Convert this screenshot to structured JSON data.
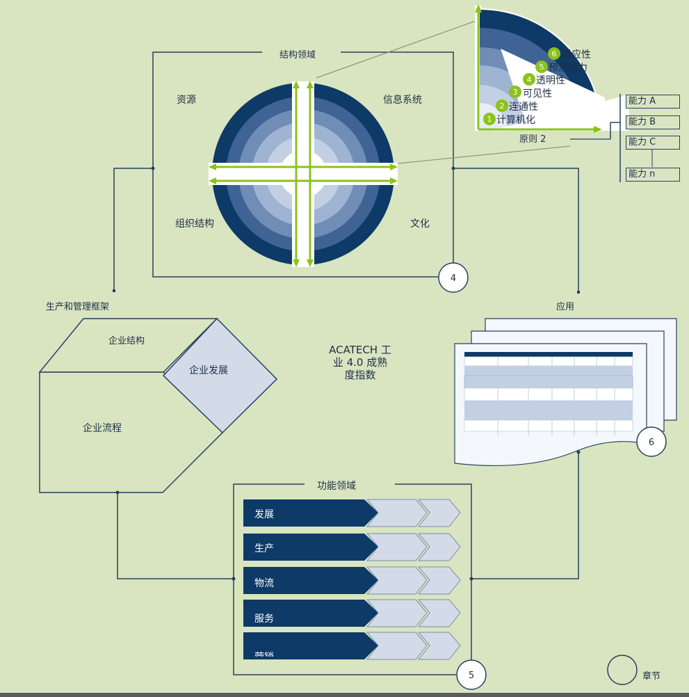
{
  "structure_quadrant": {
    "title": "结构领域",
    "labels": {
      "top_left": "资源",
      "top_right": "信息系统",
      "bottom_left": "组织结构",
      "bottom_right": "文化"
    },
    "chapter_number": "4"
  },
  "principle_fan": {
    "steps": [
      {
        "number": "1",
        "label": "计算机化"
      },
      {
        "number": "2",
        "label": "连通性"
      },
      {
        "number": "3",
        "label": "可见性"
      },
      {
        "number": "4",
        "label": "透明性"
      },
      {
        "number": "5",
        "label": "预测能力"
      },
      {
        "number": "6",
        "label": "适应性"
      }
    ],
    "axis_label": "原则 2"
  },
  "capabilities": [
    "能力 A",
    "能力 B",
    "能力 C",
    "能力 n"
  ],
  "framework": {
    "label": "生产和管理框架",
    "enterprise_structure": "企业结构",
    "enterprise_development": "企业发展",
    "enterprise_process": "企业流程"
  },
  "center_title": {
    "line1": "ACATECH 工",
    "line2": "业 4.0 成熟",
    "line3": "度指数"
  },
  "application": {
    "label": "应用",
    "chapter_number": "6"
  },
  "functional_domain": {
    "title": "功能领域",
    "items": [
      "发展",
      "生产",
      "物流",
      "服务",
      "营销"
    ],
    "chapter_number": "5"
  },
  "legend": {
    "label": "章节"
  },
  "colors": {
    "background": "#d9e5c1",
    "navy": "#0d3a66",
    "accent_green": "#8cc21a",
    "light_ring": "#c9d4e6"
  }
}
